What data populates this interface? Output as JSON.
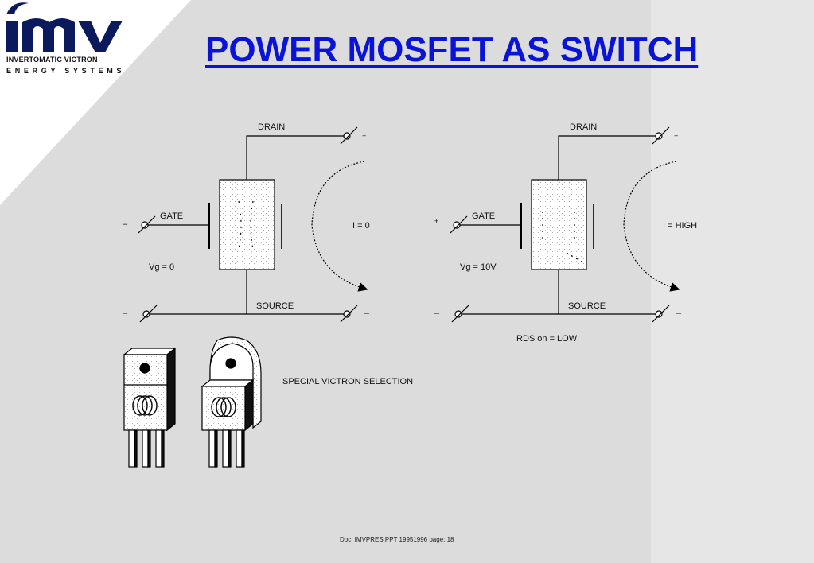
{
  "logo": {
    "mark": "IMV",
    "line1": "INVERTOMATIC VICTRON",
    "line2": "ENERGY SYSTEMS"
  },
  "title": "POWER MOSFET AS SWITCH",
  "left_circuit": {
    "drain": "DRAIN",
    "gate": "GATE",
    "source": "SOURCE",
    "current": "I = 0",
    "vg": "Vg = 0",
    "drain_terminal_sign": "+",
    "gate_terminal_sign": "–",
    "source_left_sign": "–",
    "source_right_sign": "–"
  },
  "right_circuit": {
    "drain": "DRAIN",
    "gate": "GATE",
    "source": "SOURCE",
    "current": "I = HIGH",
    "vg": "Vg = 10V",
    "rds": "RDS on = LOW",
    "drain_terminal_sign": "+",
    "gate_terminal_sign": "+",
    "source_left_sign": "–",
    "source_right_sign": "–"
  },
  "packages": {
    "caption": "SPECIAL VICTRON SELECTION"
  },
  "footer": "Doc: IMVPRES.PPT  19951996  page: 18",
  "colors": {
    "title": "#0a14d8",
    "background": "#dcdcdc",
    "background_right": "#e6e6e6",
    "triangle": "#ffffff"
  }
}
